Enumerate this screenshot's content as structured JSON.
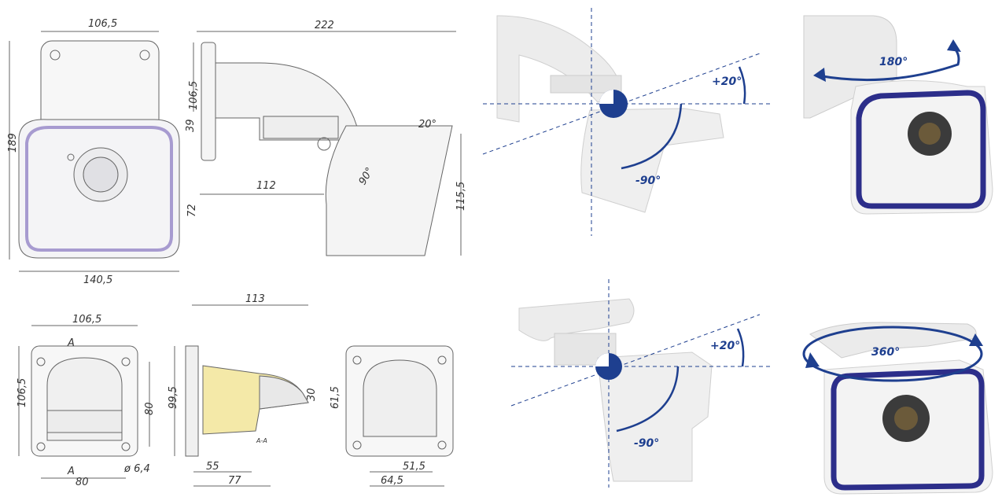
{
  "drawing": {
    "front": {
      "w1": "106,5",
      "h": "189",
      "w2": "140,5"
    },
    "side": {
      "length": "222",
      "h1": "106,5",
      "h2": "39",
      "h3": "72",
      "reach": "112",
      "angle": "90°",
      "tilt": "20°",
      "h4": "115,5"
    },
    "plate": {
      "w": "106,5",
      "h": "106,5",
      "hole_spacing": "80",
      "bottom": "80",
      "hole": "ø 6,4",
      "section_marker": "A"
    },
    "section": {
      "length": "113",
      "h1": "99,5",
      "h2": "30",
      "h3": "61,5",
      "d1": "55",
      "d2": "77",
      "label": "A-A"
    },
    "back": {
      "d1": "51,5",
      "d2": "64,5"
    }
  },
  "photos": {
    "top_angles": {
      "up": "+20°",
      "down": "-90°",
      "rotation": "180°"
    },
    "bottom_angles": {
      "up": "+20°",
      "down": "-90°",
      "rotation": "360°"
    }
  },
  "colors": {
    "accent": "#1e3f8f",
    "line": "#555555",
    "section_fill": "#f4e9a8"
  }
}
